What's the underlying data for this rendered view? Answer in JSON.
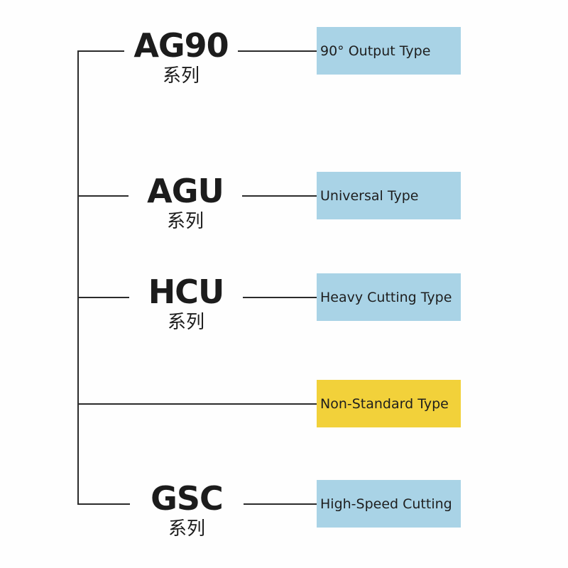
{
  "colors": {
    "line": "#2b2b2b",
    "box_blue": "#a9d3e6",
    "box_yellow": "#f2d13a",
    "text": "#1c1c1c"
  },
  "branches": [
    {
      "series": "AG90",
      "sub": "系列",
      "label": "90°  Output Type",
      "color": "#a9d3e6"
    },
    {
      "series": "AGU",
      "sub": "系列",
      "label": "Universal Type",
      "color": "#a9d3e6"
    },
    {
      "series": "HCU",
      "sub": "系列",
      "label": "Heavy Cutting Type",
      "color": "#a9d3e6"
    },
    {
      "series": "",
      "sub": "",
      "label": "Non-Standard Type",
      "color": "#f2d13a"
    },
    {
      "series": "GSC",
      "sub": "系列",
      "label": "High-Speed Cutting",
      "color": "#a9d3e6"
    }
  ]
}
